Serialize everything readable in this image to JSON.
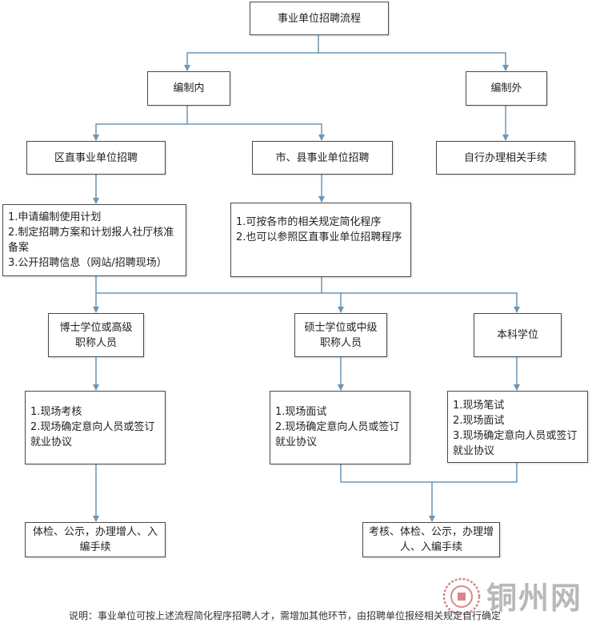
{
  "title": "事业单位招聘流程",
  "nodes": {
    "in_quota": "编制内",
    "out_quota": "编制外",
    "district": "区直事业单位招聘",
    "city": "市、县事业单位招聘",
    "self": "自行办理相关手续",
    "district_steps": [
      "1.申请编制使用计划",
      "2.制定招聘方案和计划报人社厅核准备案",
      "3.公开招聘信息（网站/招聘现场）"
    ],
    "city_steps": [
      "1.可按各市的相关规定简化程序",
      "2.也可以参照区直事业单位招聘程序"
    ],
    "phd": "博士学位或高级职称人员",
    "master": "硕士学位或中级职称人员",
    "bachelor": "本科学位",
    "phd_steps": [
      "1.现场考核",
      "2.现场确定意向人员或签订就业协议"
    ],
    "master_steps": [
      "1.现场面试",
      "2.现场确定意向人员或签订就业协议"
    ],
    "bachelor_steps": [
      "1.现场笔试",
      "2.现场面试",
      "3.现场确定意向人员或签订就业协议"
    ],
    "phd_final": "体检、公示，办理增人、入编手续",
    "other_final": "考核、体检、公示，办理增人、入编手续"
  },
  "note": "说明：事业单位可按上述流程简化程序招聘人才，需增加其他环节，由招聘单位报经相关规定自行确定",
  "watermark": "铜州网",
  "colors": {
    "line": "#6a96b8",
    "border": "#4a4a4a"
  }
}
